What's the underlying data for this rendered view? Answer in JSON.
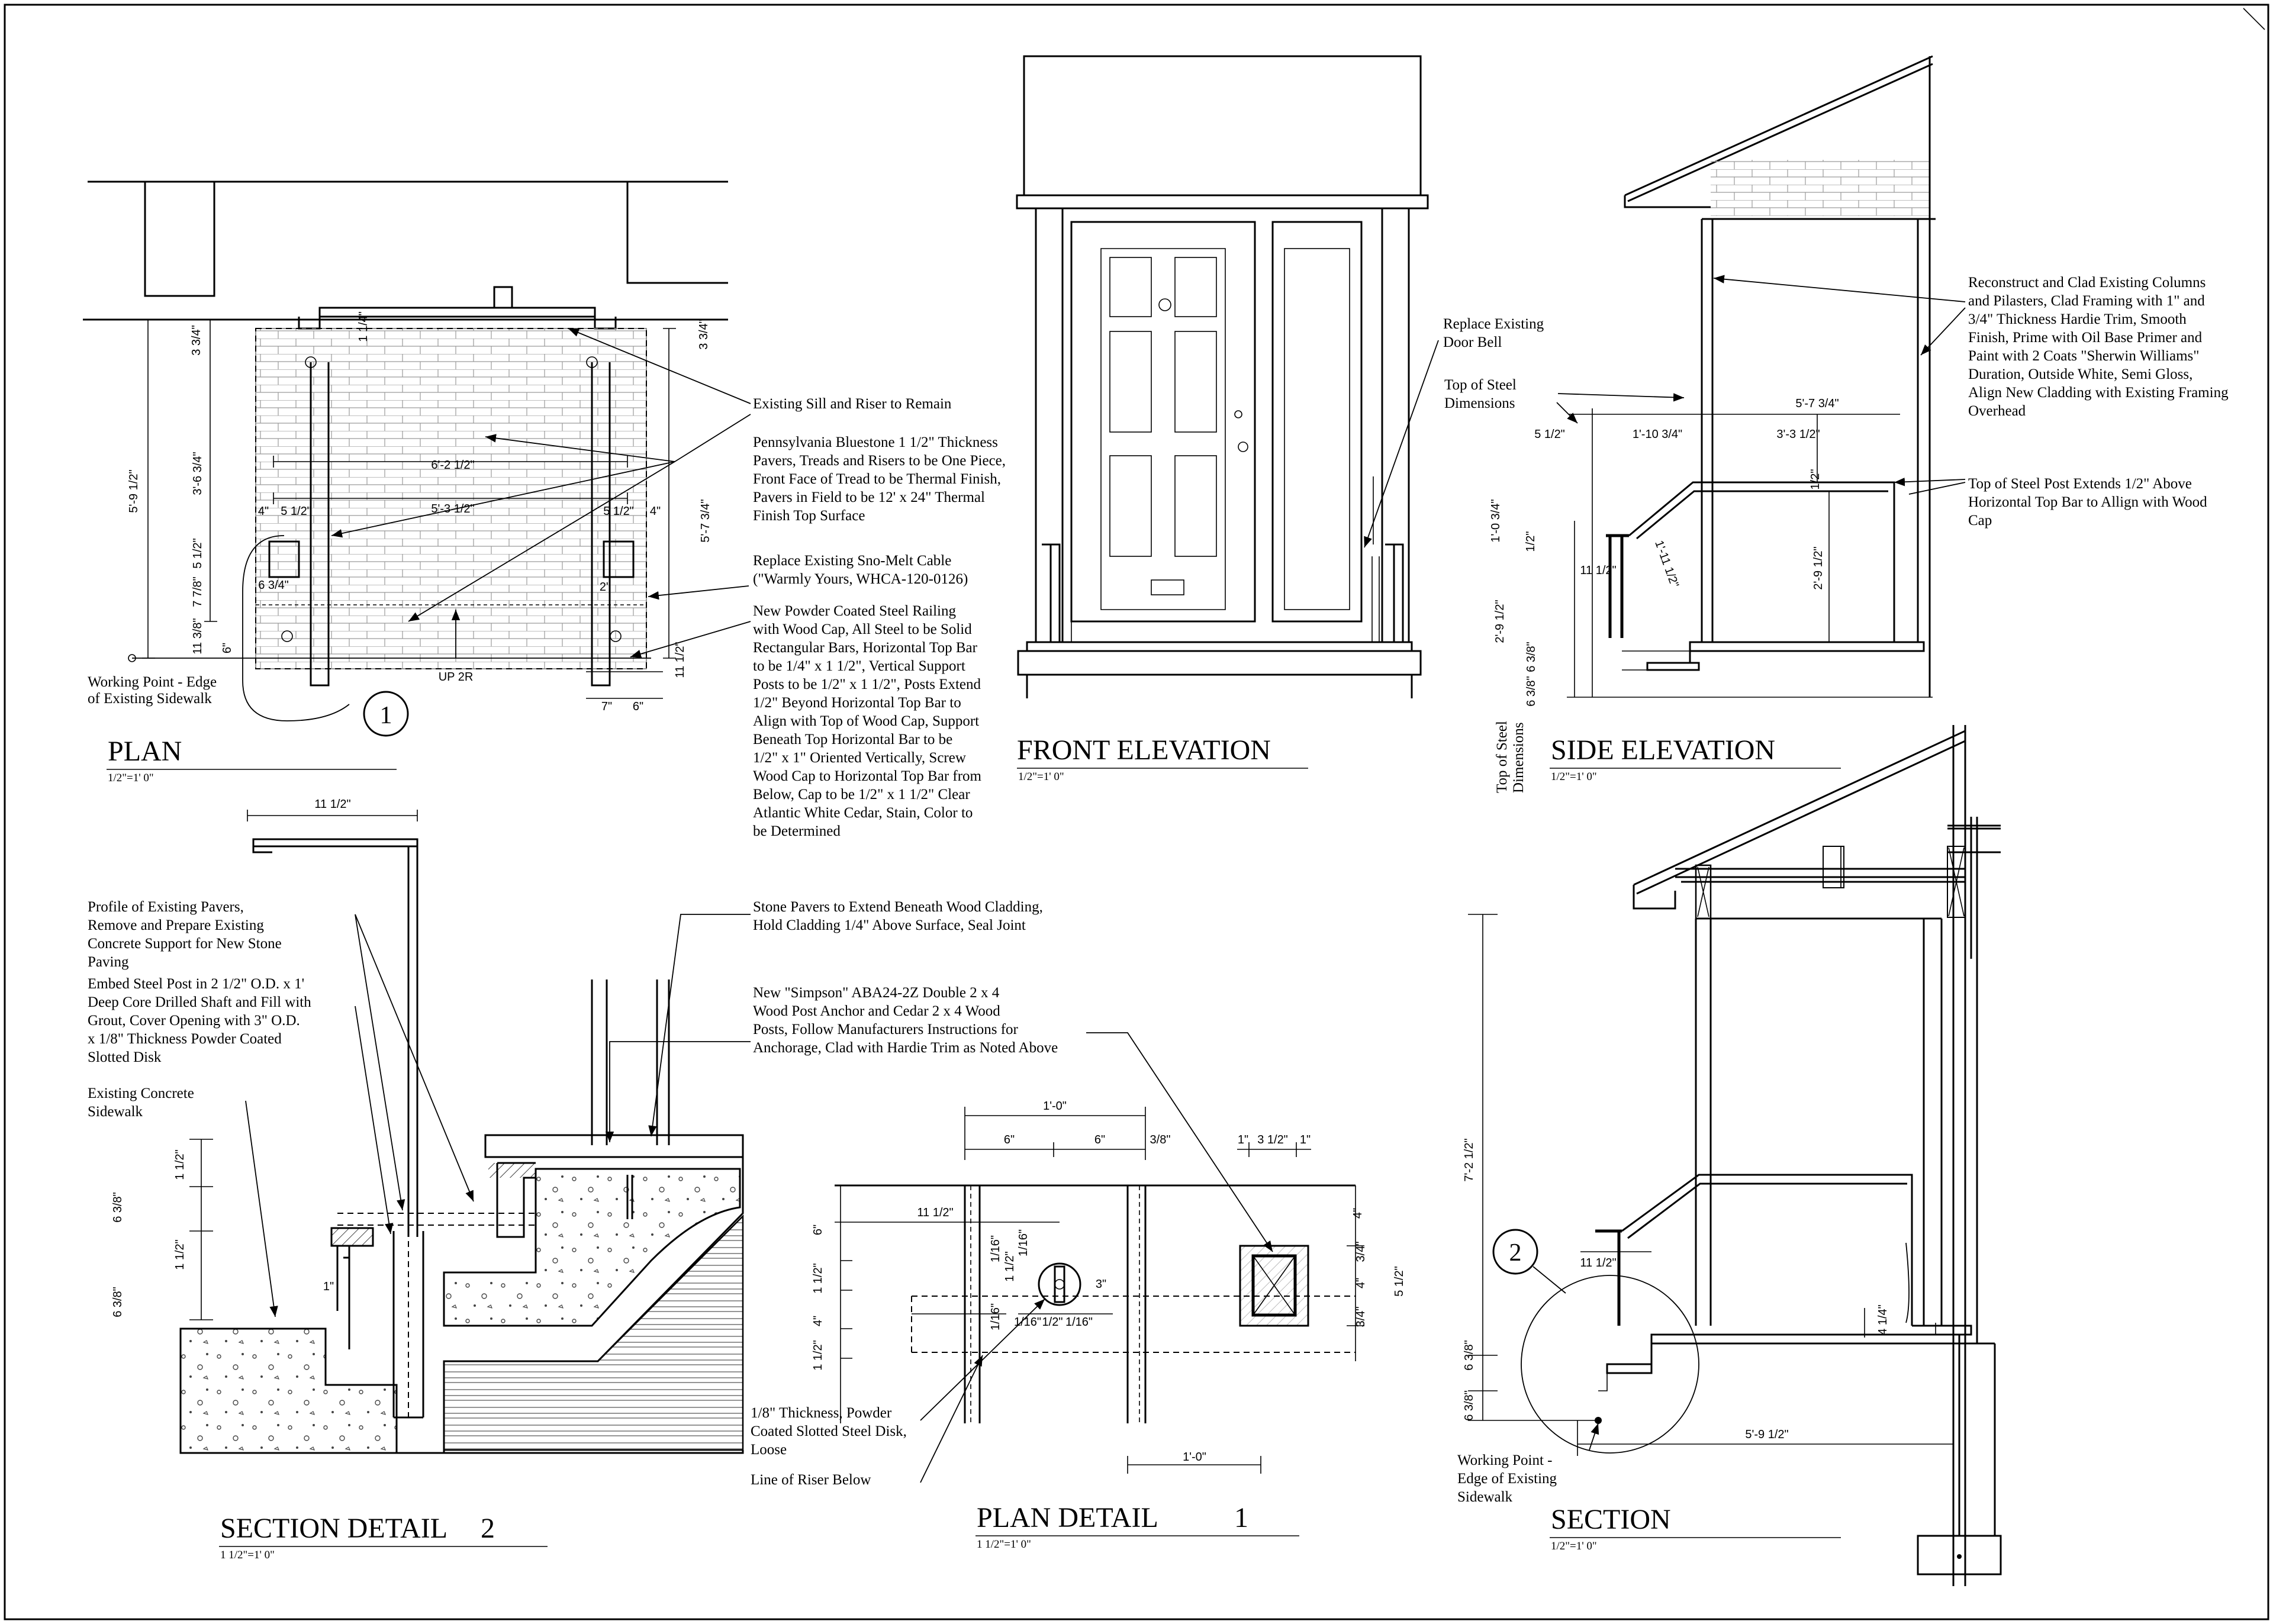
{
  "views": {
    "plan": {
      "title": "PLAN",
      "scale": "1/2\"=1' 0\""
    },
    "front": {
      "title": "FRONT ELEVATION",
      "scale": "1/2\"=1' 0\""
    },
    "side": {
      "title": "SIDE ELEVATION",
      "scale": "1/2\"=1' 0\""
    },
    "section_detail": {
      "title": "SECTION DETAIL",
      "number": "2",
      "scale": "1 1/2\"=1' 0\""
    },
    "plan_detail": {
      "title": "PLAN DETAIL",
      "number": "1",
      "scale": "1 1/2\"=1' 0\""
    },
    "section": {
      "title": "SECTION",
      "scale": "1/2\"=1' 0\""
    }
  },
  "callouts": {
    "one": "1",
    "two": "2"
  },
  "plan_dims": {
    "d_5_9_half": "5'-9 1/2\"",
    "d_3_6_3q": "3'-6 3/4\"",
    "d_3_3q_l": "3 3/4\"",
    "d_3_3q_r": "3 3/4\"",
    "d_1_quarter": "1 1/4\"",
    "d_6_2_half": "6'-2 1/2\"",
    "d_5_3_half": "5'-3 1/2\"",
    "d_4_l": "4\"",
    "d_5_half_l": "5 1/2\"",
    "d_5_half_r": "5 1/2\"",
    "d_4_r": "4\"",
    "d_5_half_v": "5 1/2\"",
    "d_7_7_8": "7 7/8\"",
    "d_6_3q": "6 3/4\"",
    "d_11_3_8": "11 3/8\"",
    "d_6": "6\"",
    "d_5_7_3q": "5'-7 3/4\"",
    "d_2": "2\"",
    "d_11_half": "11 1/2\"",
    "d_7": "7\"",
    "d_6b": "6\"",
    "up": "UP 2R"
  },
  "plan_notes": {
    "working_point": [
      "Working Point - Edge",
      "of Existing Sidewalk"
    ],
    "sill": [
      "Existing Sill and Riser to Remain"
    ],
    "bluestone": [
      "Pennsylvania Bluestone 1 1/2\" Thickness",
      "Pavers, Treads and Risers  to be One Piece,",
      "Front Face of Tread to be Thermal Finish,",
      "Pavers in Field to be 12' x 24\" Thermal",
      "Finish Top Surface"
    ],
    "snomelt": [
      "Replace Existing Sno-Melt Cable",
      "(\"Warmly Yours, WHCA-120-0126)"
    ],
    "railing": [
      "New Powder Coated Steel Railing",
      "with Wood Cap, All Steel to be Solid",
      "Rectangular Bars, Horizontal Top Bar",
      "to be 1/4\" x 1 1/2\",  Vertical Support",
      "Posts to be 1/2\" x 1 1/2\", Posts Extend",
      "1/2\" Beyond Horizontal Top Bar to",
      "Align with Top of Wood Cap, Support",
      "Beneath Top Horizontal Bar to be",
      "1/2\" x 1\" Oriented Vertically, Screw",
      "Wood Cap to Horizontal Top Bar from",
      "Below, Cap to be 1/2\" x 1 1/2\" Clear",
      "Atlantic White Cedar, Stain, Color to",
      "be Determined"
    ]
  },
  "front_notes": {
    "doorbell": [
      "Replace Existing",
      "Door Bell"
    ]
  },
  "side_notes": {
    "top_steel": [
      "Top of Steel",
      "Dimensions"
    ],
    "top_steel_rot": [
      "Top of Steel",
      "Dimensions"
    ],
    "reconstruct": [
      "Reconstruct and Clad Existing Columns",
      "and Pilasters, Clad Framing with 1\" and",
      "3/4\" Thickness Hardie Trim, Smooth",
      "Finish, Prime with Oil Base Primer and",
      "Paint with 2 Coats \"Sherwin Williams\"",
      "Duration,  Outside White, Semi Gloss,",
      "Align New Cladding with Existing Framing",
      "Overhead"
    ],
    "post_extends": [
      "Top of Steel Post Extends 1/2\" Above",
      "Horizontal Top Bar to Allign with Wood",
      "Cap"
    ]
  },
  "side_dims": {
    "d_5_7_3q": "5'-7 3/4\"",
    "d_5_half": "5 1/2\"",
    "d_1_10_3q": "1'-10 3/4\"",
    "d_3_3_half": "3'-3 1/2\"",
    "d_1_0_3q": "1'-0 3/4\"",
    "d_half_a": "1/2\"",
    "d_half_b": "1/2\"",
    "d_11_half": "11 1/2\"",
    "d_1_11_half": "1'-11 1/2\"",
    "d_2_9_half_a": "2'-9 1/2\"",
    "d_2_9_half_b": "2'-9 1/2\"",
    "d_6_3_8_a": "6 3/8\"",
    "d_6_3_8_b": "6 3/8\""
  },
  "sd_notes": {
    "profile": [
      "Profile of Existing Pavers,",
      "Remove and Prepare Existing",
      "Concrete Support for New Stone",
      "Paving"
    ],
    "embed": [
      "Embed Steel Post in 2 1/2\" O.D. x 1'",
      "Deep Core Drilled Shaft and Fill with",
      "Grout, Cover Opening with 3\" O.D.",
      "x 1/8\" Thickness Powder Coated",
      "Slotted Disk"
    ],
    "sidewalk": [
      "Existing Concrete",
      "Sidewalk"
    ],
    "stone": [
      "Stone Pavers to Extend Beneath Wood Cladding,",
      "Hold Cladding 1/4\" Above Surface, Seal Joint"
    ],
    "simpson": [
      "New \"Simpson\" ABA24-2Z Double 2 x 4",
      "Wood Post Anchor and Cedar  2 x 4 Wood",
      "Posts, Follow Manufacturers Instructions for",
      "Anchorage, Clad with Hardie Trim as Noted Above"
    ]
  },
  "sd_dims": {
    "d_11_half": "11 1/2\"",
    "d_1_half_a": "1 1/2\"",
    "d_6_3_8_a": "6 3/8\"",
    "d_1_half_b": "1 1/2\"",
    "d_6_3_8_b": "6 3/8\"",
    "d_1": "1\""
  },
  "pd_notes": {
    "disk": [
      "1/8\" Thickness, Powder",
      "Coated Slotted Steel Disk,",
      "Loose"
    ],
    "riser": [
      "Line of Riser Below"
    ]
  },
  "pd_dims": {
    "d_1_0_top": "1'-0\"",
    "d_6_a": "6\"",
    "d_6_b": "6\"",
    "d_3_8": "3/8\"",
    "d_11_half": "11 1/2\"",
    "d_1_a": "1\"",
    "d_3_half": "3 1/2\"",
    "d_1_b": "1\"",
    "d_6_v": "6\"",
    "d_1_half_a": "1 1/2\"",
    "d_4_v": "4\"",
    "d_1_half_b": "1 1/2\"",
    "d_1_16_a": "1/16\"",
    "d_1_half_c": "1 1/2\"",
    "d_1_16_b": "1/16\"",
    "d_3": "3\"",
    "d_1_16_c": "1/16\"",
    "d_1_half_d": "1/2\"",
    "d_1_16_d": "1/16\"",
    "d_1_16_e": "1/16\"",
    "d_4_r": "4\"",
    "d_3_4_a": "3/4\"",
    "d_4_r2": "4\"",
    "d_5_half": "5 1/2\"",
    "d_3_4_b": "3/4\"",
    "d_1_0_bot": "1'-0\""
  },
  "sec_notes": {
    "working_point": [
      "Working Point -",
      "Edge of Existing",
      "Sidewalk"
    ]
  },
  "sec_dims": {
    "d_7_2_half": "7'-2 1/2\"",
    "d_11_half": "11 1/2\"",
    "d_6_3_8_a": "6 3/8\"",
    "d_6_3_8_b": "6 3/8\"",
    "d_4_quarter": "4 1/4\"",
    "d_5_9_half": "5'-9 1/2\""
  }
}
